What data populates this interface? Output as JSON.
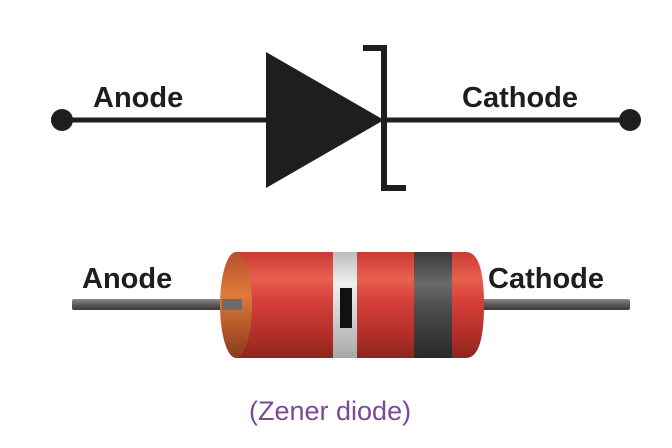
{
  "symbol": {
    "anode_label": "Anode",
    "cathode_label": "Cathode"
  },
  "component": {
    "anode_label": "Anode",
    "cathode_label": "Cathode"
  },
  "caption": "(Zener diode)",
  "colors": {
    "ink": "#1e1e1e",
    "body_red": "#d8403a",
    "body_dark_red": "#9e2a22",
    "band_gray": "#4a4a4a",
    "band_light": "#d8d8d8",
    "lead_gray": "#6b6b6b",
    "caption_purple": "#7a4a9a"
  }
}
